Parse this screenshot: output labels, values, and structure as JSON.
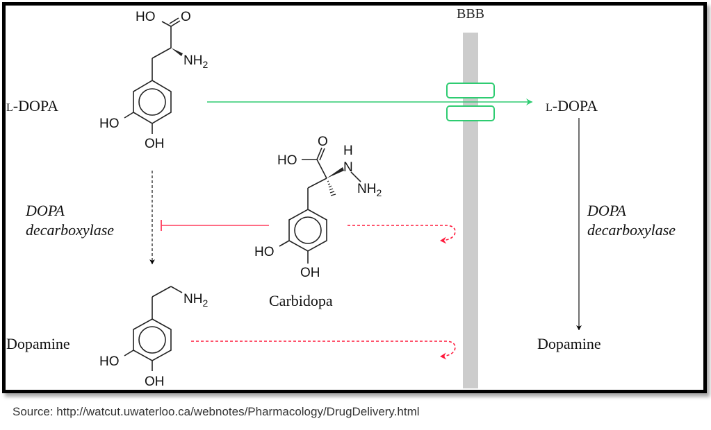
{
  "diagram": {
    "barrier_label": "BBB",
    "left_side": {
      "l_dopa": {
        "label": "L-DOPA",
        "label_smallcaps_prefix": "L",
        "label_rest": "-DOPA",
        "atoms": {
          "carboxyl_oh": "HO",
          "carbonyl_o": "O",
          "amine": "NH2",
          "hydroxyl_meta": "HO",
          "hydroxyl_para": "OH"
        }
      },
      "enzyme": {
        "line1": "DOPA",
        "line2": "decarboxylase"
      },
      "dopamine": {
        "label": "Dopamine",
        "atoms": {
          "amine": "NH2",
          "hydroxyl_meta": "HO",
          "hydroxyl_para": "OH"
        }
      },
      "carbidopa": {
        "label": "Carbidopa",
        "atoms": {
          "carboxyl_oh": "HO",
          "carbonyl_o": "O",
          "hydrazine_h": "H",
          "hydrazine_n": "N",
          "hydrazine_nh2": "NH2",
          "hydroxyl_meta": "HO",
          "hydroxyl_para": "OH"
        }
      }
    },
    "right_side": {
      "l_dopa": {
        "label_smallcaps_prefix": "L",
        "label_rest": "-DOPA"
      },
      "enzyme": {
        "line1": "DOPA",
        "line2": "decarboxylase"
      },
      "dopamine": {
        "label": "Dopamine"
      }
    },
    "arrows": [
      {
        "name": "l-dopa-transport",
        "from": "L-DOPA (periphery)",
        "to": "L-DOPA (brain)",
        "style": "solid",
        "color": "#2ecc71",
        "meaning": "crosses BBB via transporter"
      },
      {
        "name": "peripheral-decarboxylation",
        "from": "L-DOPA",
        "to": "Dopamine",
        "style": "dashed",
        "color": "#000000"
      },
      {
        "name": "carbidopa-inhibition",
        "from": "Carbidopa",
        "to": "DOPA decarboxylase",
        "style": "inhibition",
        "color": "#ff3b5c"
      },
      {
        "name": "carbidopa-blocked",
        "from": "Carbidopa",
        "to": "BBB",
        "style": "dashed-return",
        "color": "#ff1a3c"
      },
      {
        "name": "dopamine-blocked",
        "from": "Dopamine",
        "to": "BBB",
        "style": "dashed-return",
        "color": "#ff1a3c"
      },
      {
        "name": "central-decarboxylation",
        "from": "L-DOPA (brain)",
        "to": "Dopamine (brain)",
        "style": "solid",
        "color": "#000000"
      }
    ],
    "colors": {
      "barrier": "#cccccc",
      "transporter": "#2ecc71",
      "inhibit": "#ff3b5c",
      "blocked": "#ff1a3c"
    }
  },
  "footer": {
    "source": "Source: http://watcut.uwaterloo.ca/webnotes/Pharmacology/DrugDelivery.html"
  }
}
